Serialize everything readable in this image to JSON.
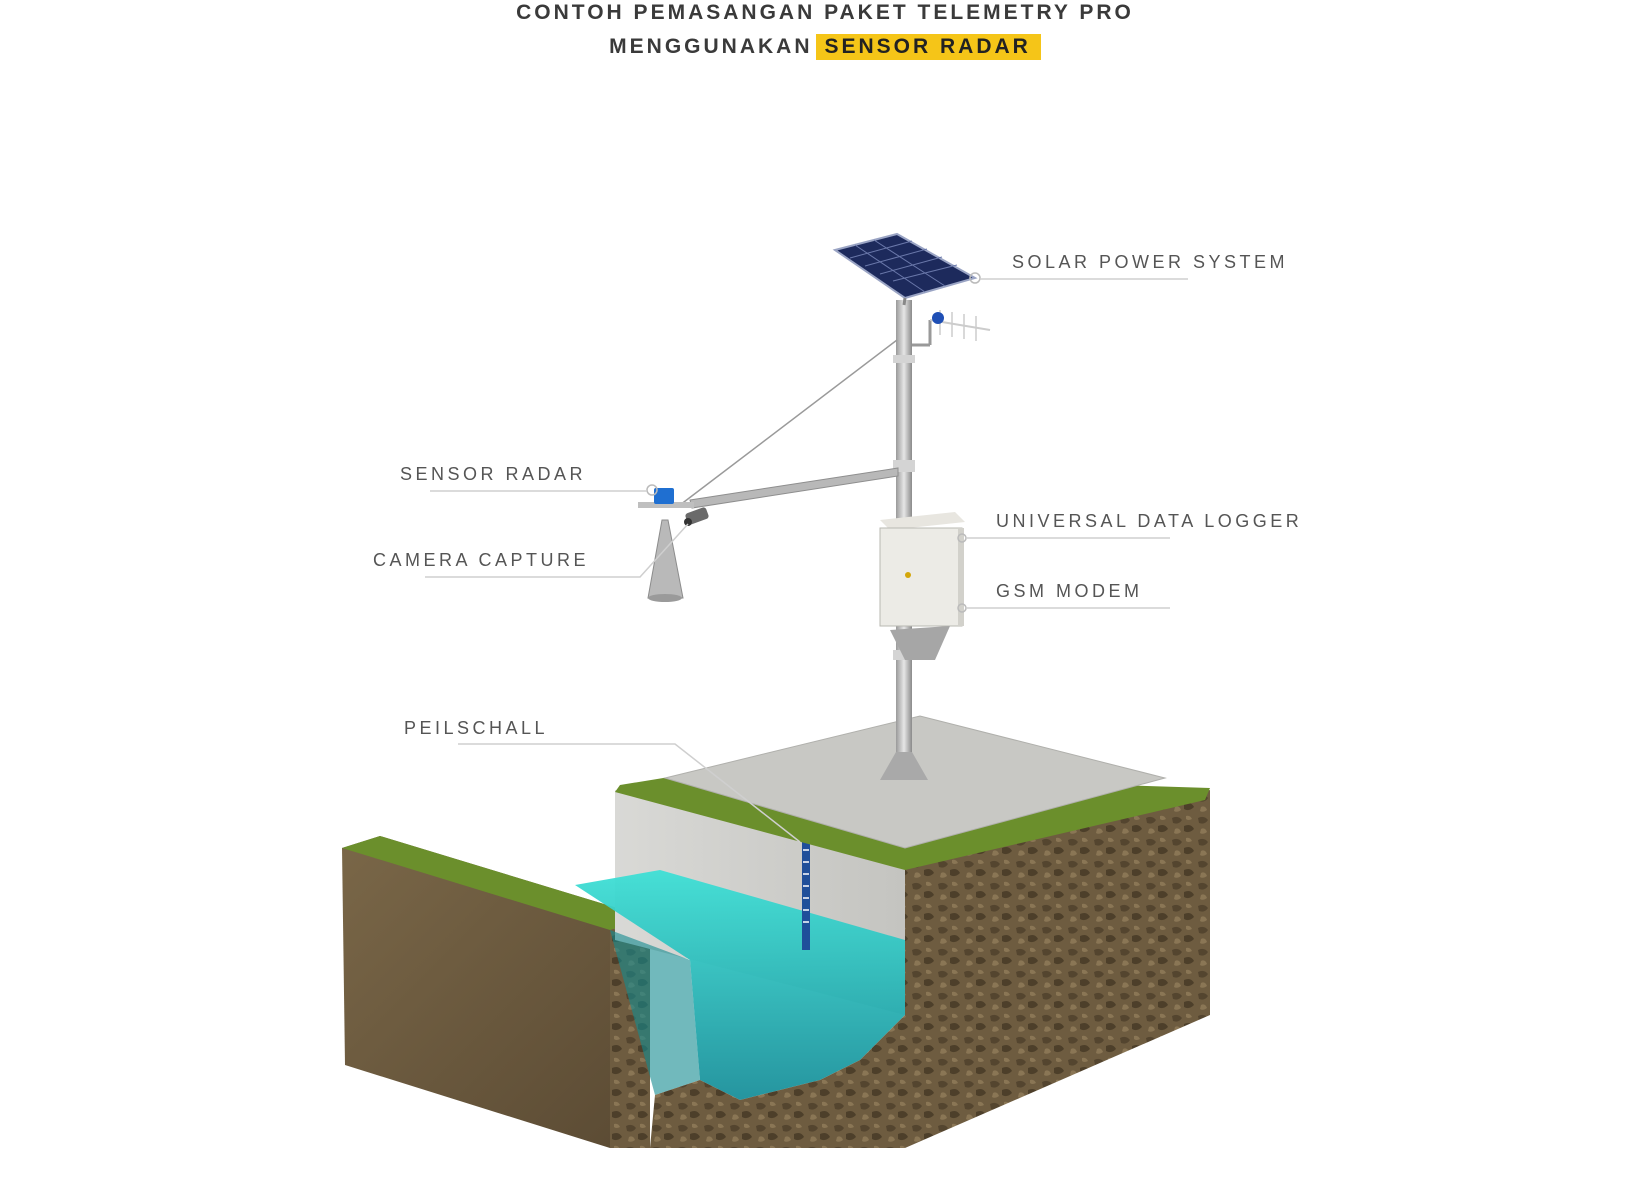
{
  "title": {
    "line1": "CONTOH PEMASANGAN PAKET TELEMETRY PRO",
    "line2_prefix": "MENGGUNAKAN",
    "line2_highlight": "SENSOR RADAR"
  },
  "labels": {
    "solar_power_system": "SOLAR POWER SYSTEM",
    "sensor_radar": "SENSOR RADAR",
    "universal_data_logger": "UNIVERSAL DATA LOGGER",
    "camera_capture": "CAMERA CAPTURE",
    "gsm_modem": "GSM MODEM",
    "peilschall": "PEILSCHALL"
  },
  "colors": {
    "highlight": "#f5c518",
    "text": "#555555",
    "water": "#2ec4c4",
    "soil": "#6b5a3e",
    "grass": "#5e8a2a",
    "concrete": "#cfcfcc"
  }
}
